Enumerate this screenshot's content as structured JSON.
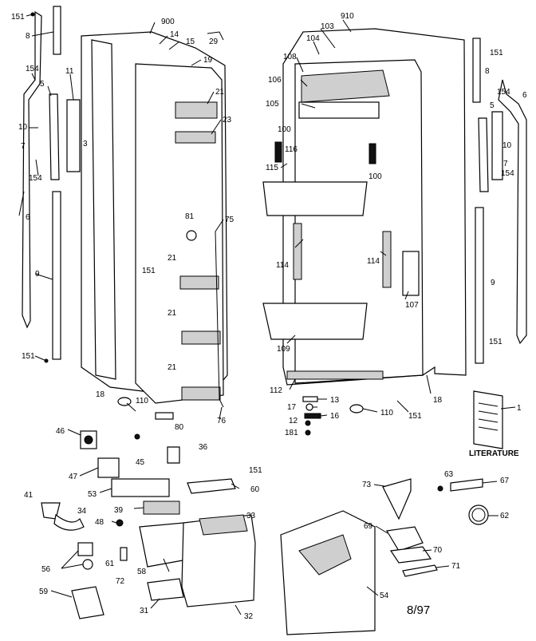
{
  "labels": {
    "l151a": "151",
    "l8a": "8",
    "l154a": "154",
    "l5a": "5",
    "l11": "11",
    "l10a": "10",
    "l3": "3",
    "l7a": "7",
    "l154b": "154",
    "l6a": "6",
    "l9a": "9",
    "l151b": "151",
    "l18a": "18",
    "l110a": "110",
    "l80": "80",
    "l76": "76",
    "l900": "900",
    "l14": "14",
    "l15": "15",
    "l29": "29",
    "l19": "19",
    "l21a": "21",
    "l23": "23",
    "l81": "81",
    "l75": "75",
    "l21b": "21",
    "l151c": "151",
    "l21c": "21",
    "l21d": "21",
    "l910": "910",
    "l103": "103",
    "l104": "104",
    "l108": "108",
    "l106": "106",
    "l105": "105",
    "l100a": "100",
    "l116": "116",
    "l115": "115",
    "l100b": "100",
    "l114a": "114",
    "l114b": "114",
    "l107": "107",
    "l109": "109",
    "l112": "112",
    "l13": "13",
    "l17": "17",
    "l16": "16",
    "l12": "12",
    "l181": "181",
    "l110b": "110",
    "l151d": "151",
    "l18b": "18",
    "l151e": "151",
    "l8b": "8",
    "l6b": "6",
    "l154c": "154",
    "l5b": "5",
    "l10b": "10",
    "l7b": "7",
    "l154d": "154",
    "l9b": "9",
    "l151f": "151",
    "l1": "1",
    "l46": "46",
    "l45": "45",
    "l36": "36",
    "l47": "47",
    "l151g": "151",
    "l53": "53",
    "l60": "60",
    "l41": "41",
    "l34": "34",
    "l39": "39",
    "l33": "33",
    "l48": "48",
    "l56": "56",
    "l61": "61",
    "l72": "72",
    "l58": "58",
    "l59": "59",
    "l31": "31",
    "l32": "32",
    "l73": "73",
    "l63": "63",
    "l67": "67",
    "l62": "62",
    "l69": "69",
    "l70": "70",
    "l71": "71",
    "l54": "54"
  },
  "literature_caption": "LITERATURE",
  "date_code": "8/97"
}
